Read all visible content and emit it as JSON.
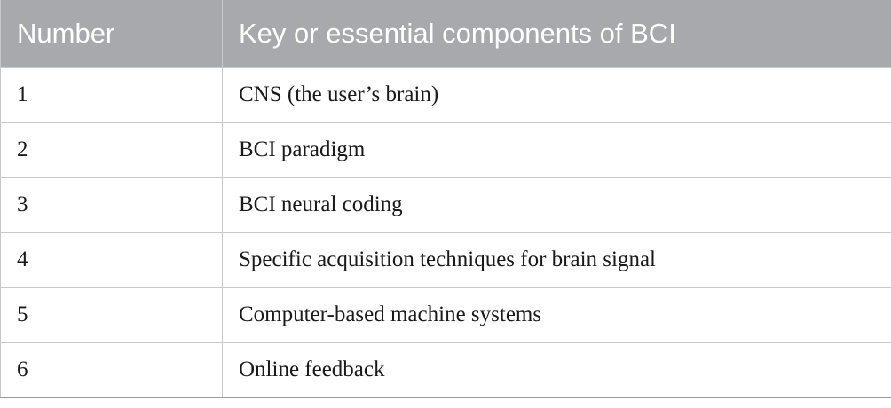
{
  "table": {
    "headers": {
      "number": "Number",
      "components": "Key or essential components of BCI"
    },
    "rows": [
      {
        "number": "1",
        "component": "CNS (the user’s brain)"
      },
      {
        "number": "2",
        "component": "BCI paradigm"
      },
      {
        "number": "3",
        "component": "BCI neural coding"
      },
      {
        "number": "4",
        "component": "Specific acquisition techniques for brain signal"
      },
      {
        "number": "5",
        "component": "Computer-based machine systems"
      },
      {
        "number": "6",
        "component": "Online feedback"
      }
    ]
  },
  "colors": {
    "header_background": "#a7a9ac",
    "header_text": "#ffffff",
    "body_text": "#1a1a1a",
    "border": "#c9c9c9"
  }
}
